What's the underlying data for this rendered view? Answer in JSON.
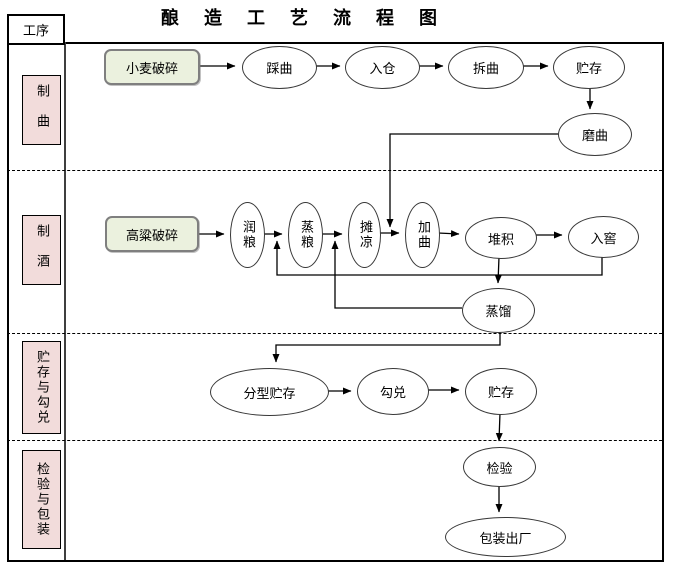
{
  "title": "酿造工艺流程图",
  "corner": {
    "label": "工序"
  },
  "stages": {
    "qu_making": "制曲",
    "liquor_making": "制酒",
    "storage_blending": "贮存与勾兑",
    "inspection_packaging": "检验与包装"
  },
  "nodes": {
    "wheat_crushing": "小麦破碎",
    "qu_treading": "踩曲",
    "warehousing": "入仓",
    "qu_dismantling": "拆曲",
    "qu_storage": "贮存",
    "qu_grinding": "磨曲",
    "sorghum_crushing": "高粱破碎",
    "grain_moistening": "润粮",
    "grain_steaming": "蒸粮",
    "spreading_cooling": "摊凉",
    "qu_adding": "加曲",
    "stacking": "堆积",
    "pit_entry": "入窖",
    "distillation": "蒸馏",
    "typed_storage": "分型贮存",
    "blending": "勾兑",
    "liquor_storage": "贮存",
    "inspection": "检验",
    "packaging_shipping": "包装出厂"
  },
  "colors": {
    "process_box_fill": "#ebf1de",
    "process_box_border": "#7f7f7f",
    "stage_label_fill": "#f2dcdb",
    "line": "#000000"
  }
}
